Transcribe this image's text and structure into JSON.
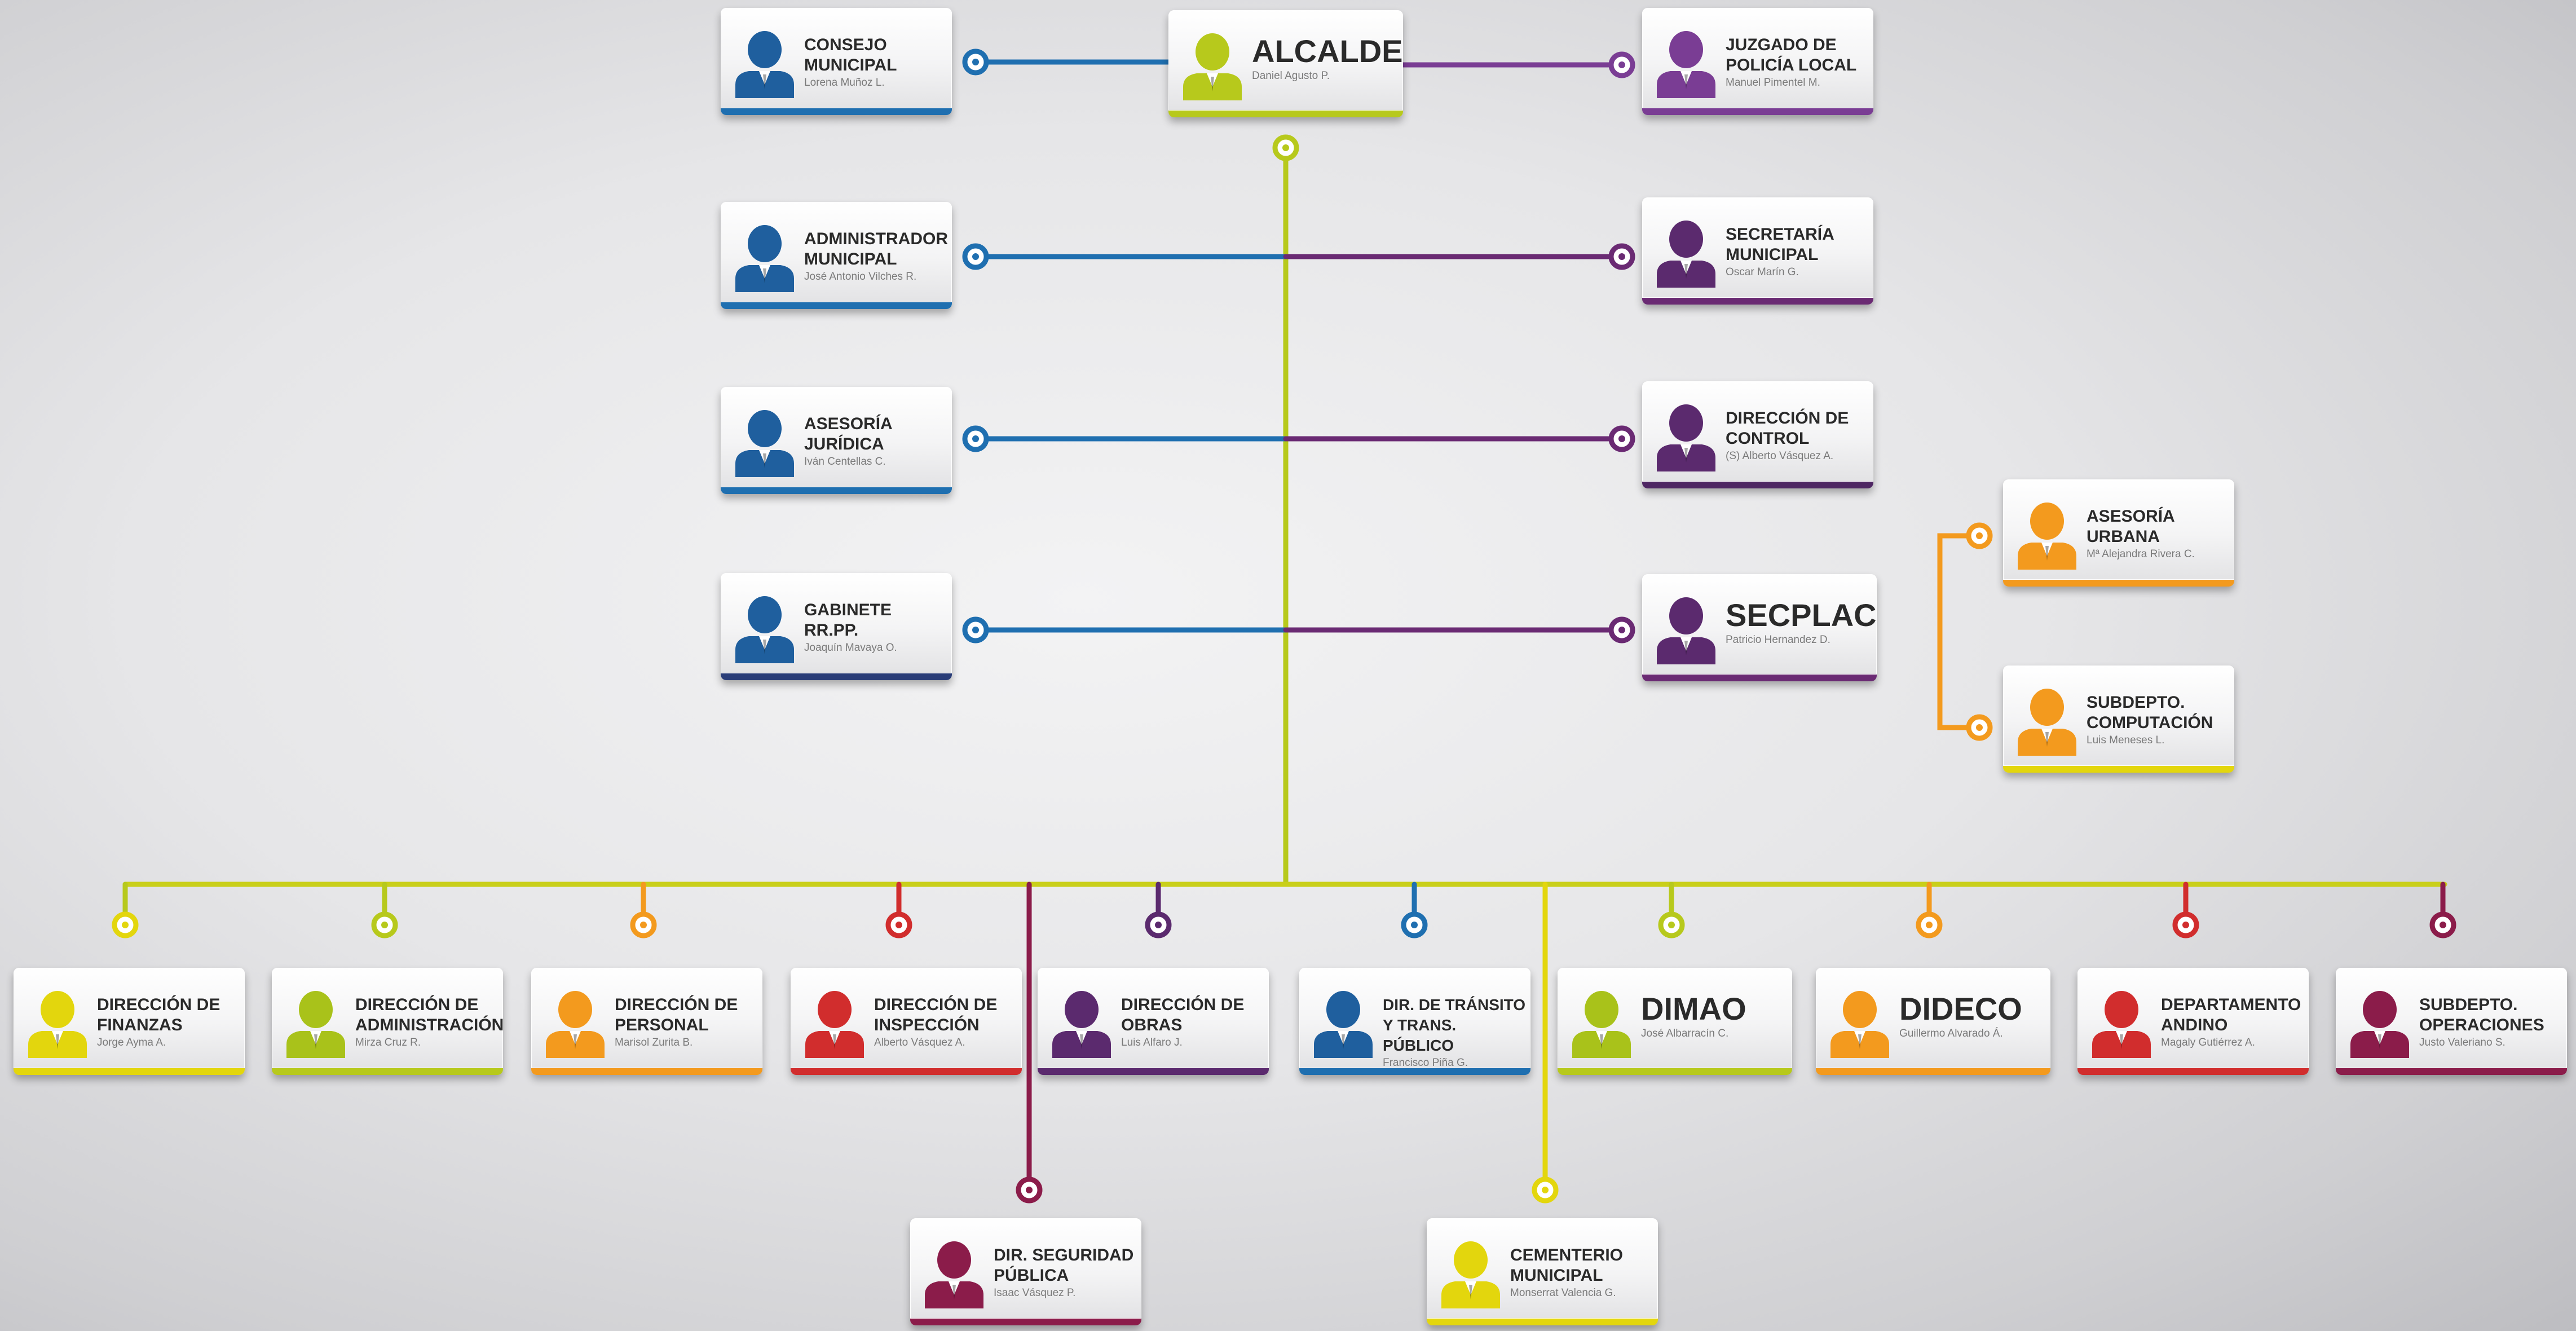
{
  "colors": {
    "lime": "#b7c91c",
    "blue": "#1f6fb0",
    "purple": "#5b2a6e",
    "orange": "#f39a1e",
    "yellow": "#e3d60d",
    "red": "#d12d2d",
    "crimson": "#8b1c4a",
    "violet": "#7a3d94"
  },
  "nodes": {
    "alcalde": {
      "title": "ALCALDE",
      "name": "Daniel Agusto P."
    },
    "consejo": {
      "title": "CONSEJO\nMUNICIPAL",
      "name": "Lorena Muñoz L."
    },
    "juzgado": {
      "title": "JUZGADO DE\nPOLICÍA LOCAL",
      "name": "Manuel Pimentel M."
    },
    "administrador": {
      "title": "ADMINISTRADOR\nMUNICIPAL",
      "name": "José Antonio Vilches R."
    },
    "secretaria": {
      "title": "SECRETARÍA\nMUNICIPAL",
      "name": "Oscar Marín G."
    },
    "asesoria_juridica": {
      "title": "ASESORÍA\nJURÍDICA",
      "name": "Iván Centellas C."
    },
    "direccion_control": {
      "title": "DIRECCIÓN DE\nCONTROL",
      "name": "(S) Alberto Vásquez A."
    },
    "gabinete": {
      "title": "GABINETE\nRR.PP.",
      "name": "Joaquín Mavaya O."
    },
    "secplac": {
      "title": "SECPLAC",
      "name": "Patricio Hernandez D."
    },
    "asesoria_urbana": {
      "title": "ASESORÍA\nURBANA",
      "name": "Mª Alejandra Rivera C."
    },
    "subdepto_computacion": {
      "title": "SUBDEPTO.\nCOMPUTACIÓN",
      "name": "Luis Meneses L."
    },
    "finanzas": {
      "title": "DIRECCIÓN DE\nFINANZAS",
      "name": "Jorge Ayma A."
    },
    "administracion": {
      "title": "DIRECCIÓN DE\nADMINISTRACIÓN",
      "name": "Mirza Cruz R."
    },
    "personal": {
      "title": "DIRECCIÓN DE\nPERSONAL",
      "name": "Marisol Zurita B."
    },
    "inspeccion": {
      "title": "DIRECCIÓN DE\nINSPECCIÓN",
      "name": "Alberto Vásquez A."
    },
    "obras": {
      "title": "DIRECCIÓN DE\nOBRAS",
      "name": "Luis Alfaro J."
    },
    "transito": {
      "title": "DIR. DE TRÁNSITO\nY TRANS. PÚBLICO",
      "name": "Francisco Piña G."
    },
    "dimao": {
      "title": "DIMAO",
      "name": "José Albarracín C."
    },
    "dideco": {
      "title": "DIDECO",
      "name": "Guillermo Alvarado Á."
    },
    "andino": {
      "title": "DEPARTAMENTO\nANDINO",
      "name": "Magaly Gutiérrez A."
    },
    "operaciones": {
      "title": "SUBDEPTO.\nOPERACIONES",
      "name": "Justo Valeriano S."
    },
    "seguridad": {
      "title": "DIR. SEGURIDAD\nPÚBLICA",
      "name": "Isaac Vásquez P."
    },
    "cementerio": {
      "title": "CEMENTERIO\nMUNICIPAL",
      "name": "Monserrat Valencia G."
    }
  }
}
